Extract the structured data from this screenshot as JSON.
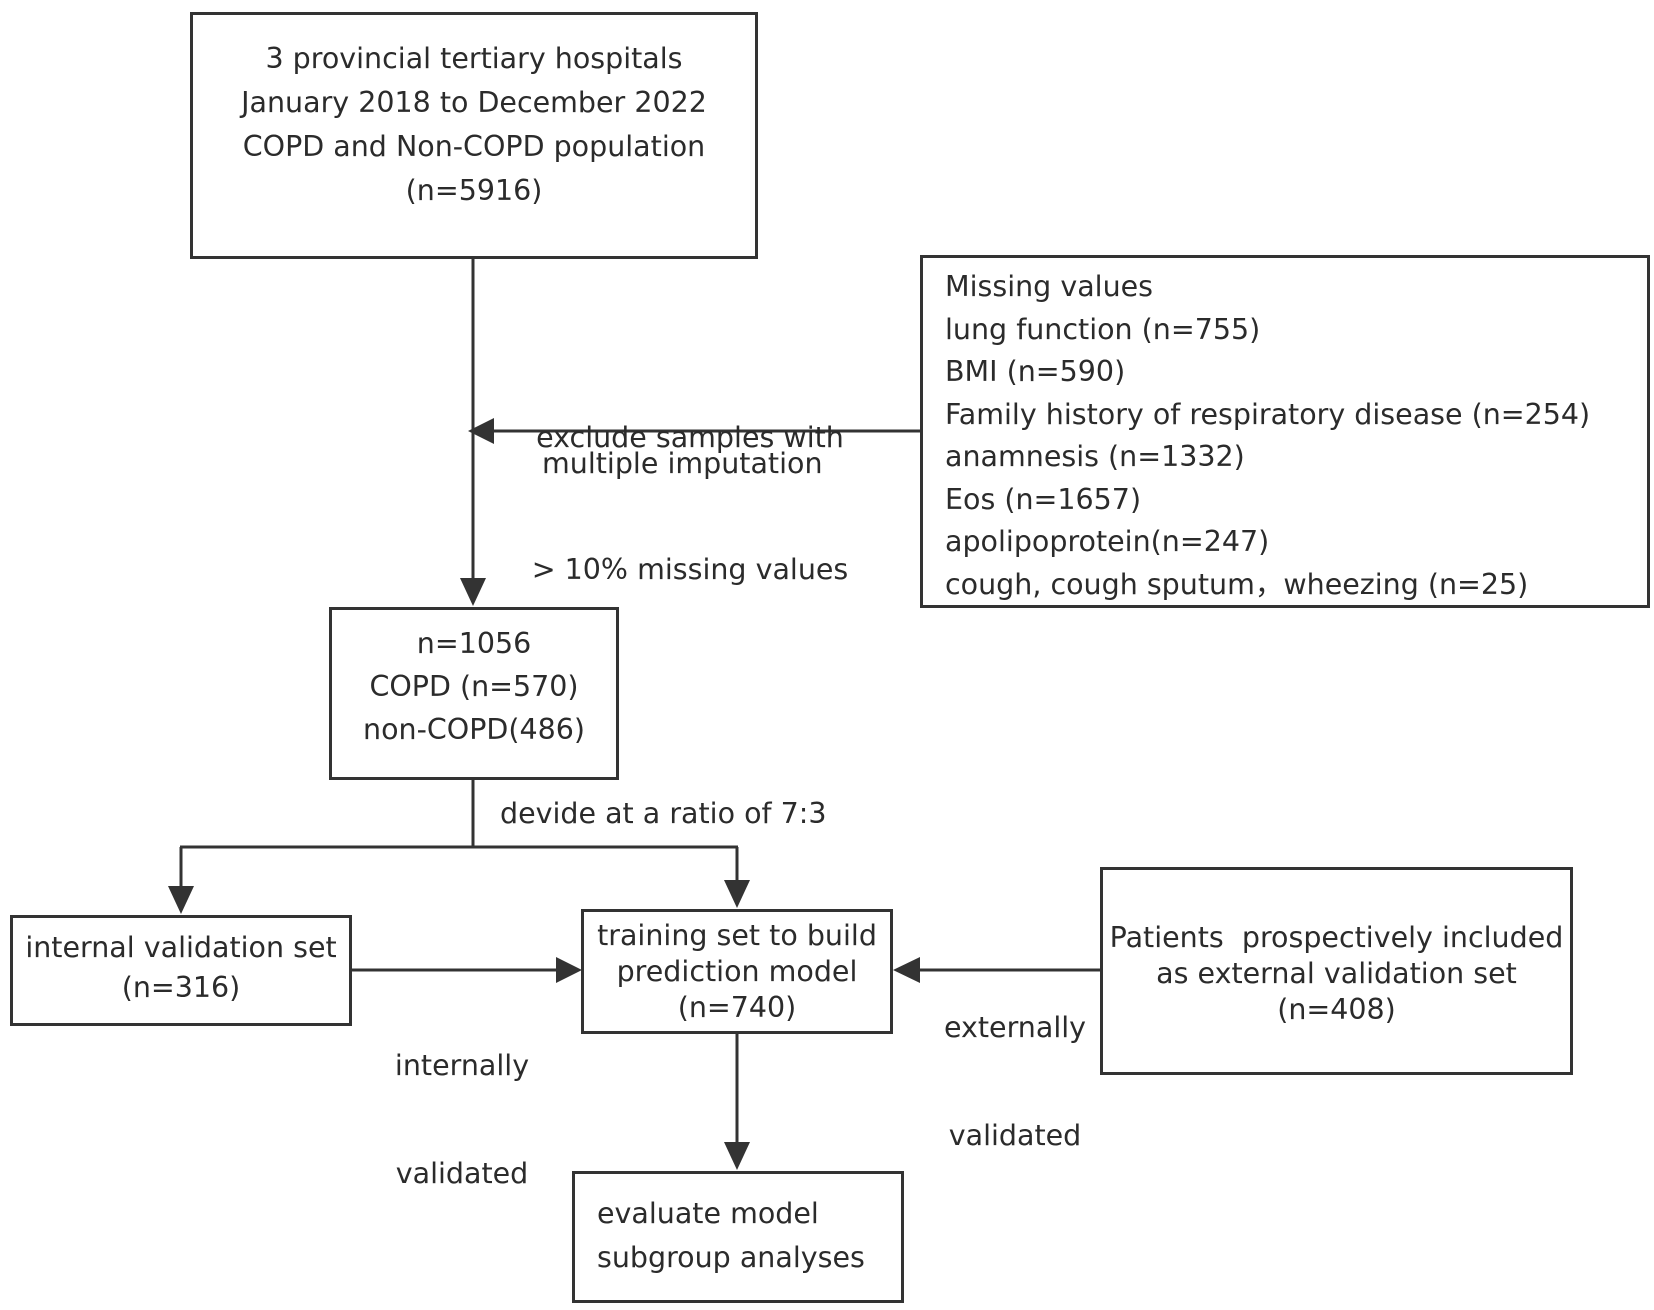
{
  "source_box": {
    "lines": [
      "3 provincial tertiary hospitals",
      "January 2018 to December 2022",
      "COPD and Non-COPD population",
      "(n=5916)"
    ]
  },
  "missing_box": {
    "lines": [
      "Missing values",
      "lung function (n=755)",
      "BMI (n=590)",
      "Family history of respiratory disease (n=254)",
      "anamnesis (n=1332)",
      "Eos (n=1657)",
      "apolipoprotein(n=247)",
      "cough, cough sputum，wheezing (n=25)"
    ]
  },
  "exclude_label": {
    "lines": [
      "exclude samples with",
      "> 10% missing values"
    ]
  },
  "imputation_label": "multiple imputation",
  "cohort_box": {
    "lines": [
      "n=1056",
      "COPD (n=570)",
      "non-COPD(486)"
    ]
  },
  "split_label": "devide at a ratio of 7:3",
  "internal_box": {
    "lines": [
      "internal validation set",
      "(n=316)"
    ]
  },
  "training_box": {
    "lines": [
      "training set to build",
      "prediction model",
      "(n=740)"
    ]
  },
  "external_box": {
    "lines": [
      "Patients  prospectively included",
      "as external validation set",
      "(n=408)"
    ]
  },
  "internally_label": {
    "lines": [
      "internally",
      "validated"
    ]
  },
  "externally_label": {
    "lines": [
      "externally",
      "validated"
    ]
  },
  "evaluate_box": {
    "lines": [
      "evaluate model",
      "subgroup analyses"
    ]
  }
}
